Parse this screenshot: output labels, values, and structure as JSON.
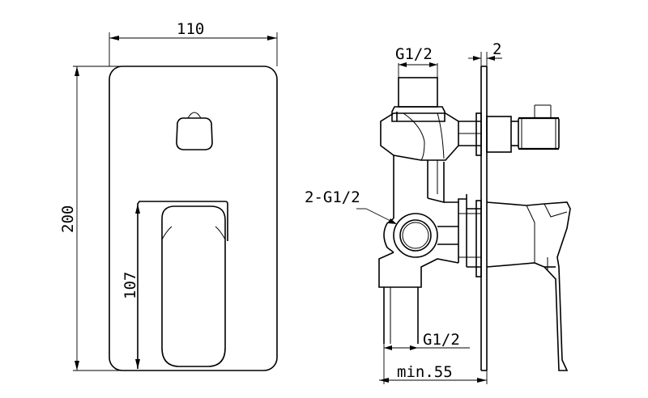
{
  "labels": {
    "width_dim": "110",
    "height_dim": "200",
    "handle_dim": "107",
    "top_thread": "G1/2",
    "plate_thickness": "2",
    "side_thread": "2-G1/2",
    "bottom_thread": "G1/2",
    "depth_dim": "min.55"
  }
}
